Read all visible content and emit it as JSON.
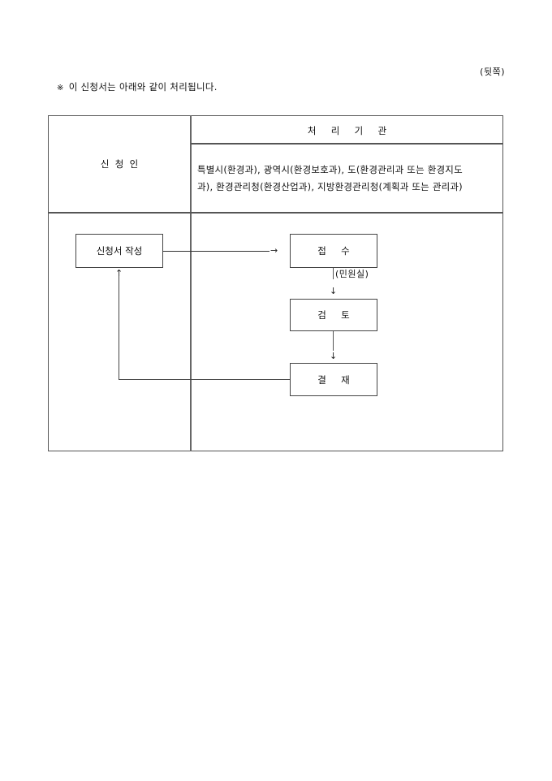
{
  "header": {
    "page_side_label": "(뒷쪽)",
    "notice_mark": "※",
    "notice_text": "이 신청서는 아래와 같이 처리됩니다."
  },
  "table": {
    "applicant_header": "신  청  인",
    "processing_header": "처     리     기     관",
    "agencies_line1": "특별시(환경과), 광역시(환경보호과), 도(환경관리과 또는 환경지도",
    "agencies_line2": "과), 환경관리청(환경산업과), 지방환경관리청(계획과 또는 관리과)"
  },
  "flow": {
    "steps": [
      {
        "id": "write",
        "label": "신청서 작성"
      },
      {
        "id": "receive",
        "label": "접     수"
      },
      {
        "id": "review",
        "label": "검     토"
      },
      {
        "id": "approve",
        "label": "결     재"
      }
    ],
    "receive_note": "(민원실)",
    "arrow_right": "→",
    "arrow_down": "↓",
    "arrow_up": "↑"
  }
}
